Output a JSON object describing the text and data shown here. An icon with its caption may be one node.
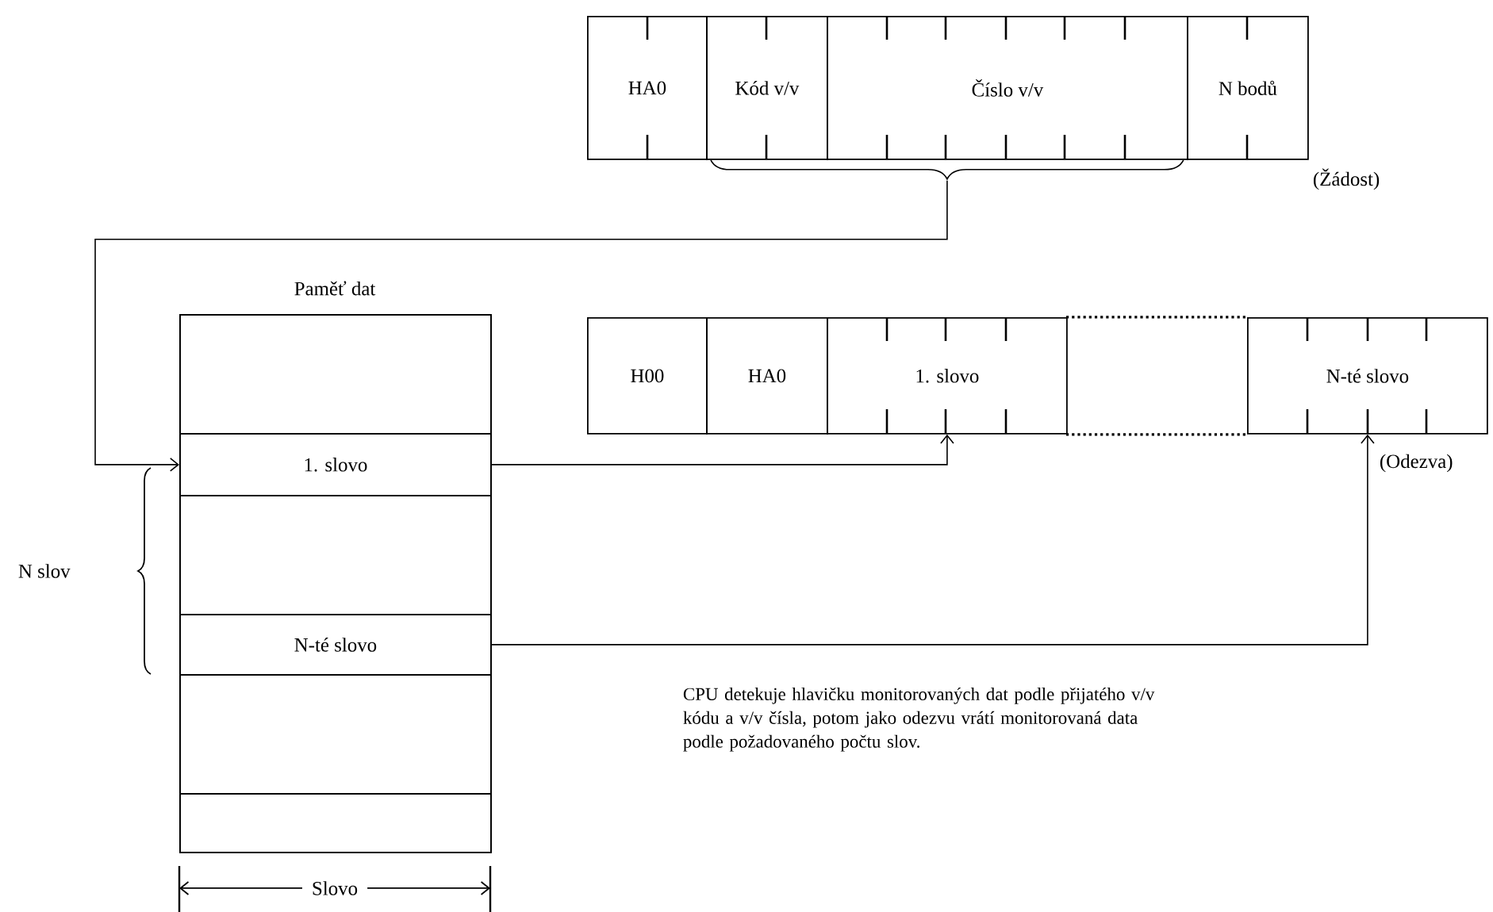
{
  "diagram": {
    "nodes": [
      {
        "text": [
          "HA0"
        ]
      },
      {
        "text": [
          "Kód v/v"
        ]
      },
      {
        "text": [
          "Číslo v/v"
        ]
      },
      {
        "text": [
          "N bodů"
        ]
      },
      {
        "text": [
          "H00"
        ]
      },
      {
        "text": [
          "HA0"
        ]
      },
      {
        "text": [
          "1. slovo"
        ]
      },
      {
        "text": [],
        "shape": "box"
      },
      {
        "text": [
          "N-té slovo"
        ]
      },
      {
        "text": [
          "Paměť dat"
        ]
      },
      {
        "text": [],
        "shape": "box",
        "in": 9
      },
      {
        "text": [
          "1. slovo"
        ],
        "in": 9
      },
      {
        "text": [],
        "shape": "box",
        "in": 9
      },
      {
        "text": [
          "N-té slovo"
        ],
        "in": 9
      },
      {
        "text": [],
        "shape": "box",
        "in": 9
      },
      {
        "text": [],
        "shape": "box",
        "in": 9
      }
    ],
    "edges": [
      {
        "from": 1,
        "to": 11,
        "arrow": "to"
      },
      {
        "from": 2,
        "to": 11,
        "arrow": "to"
      },
      {
        "from": 11,
        "to": 6,
        "arrow": "to"
      },
      {
        "from": 13,
        "to": 8,
        "arrow": "to"
      }
    ],
    "labels": [
      "(Žádost)",
      "(Odezva)",
      "N slov",
      "Slovo",
      "CPU detekuje hlavičku monitorovaných dat podle přijatého v/v kódu a v/v čísla, potom jako odezvu vrátí monitorovaná data podle požadovaného počtu slov."
    ]
  }
}
